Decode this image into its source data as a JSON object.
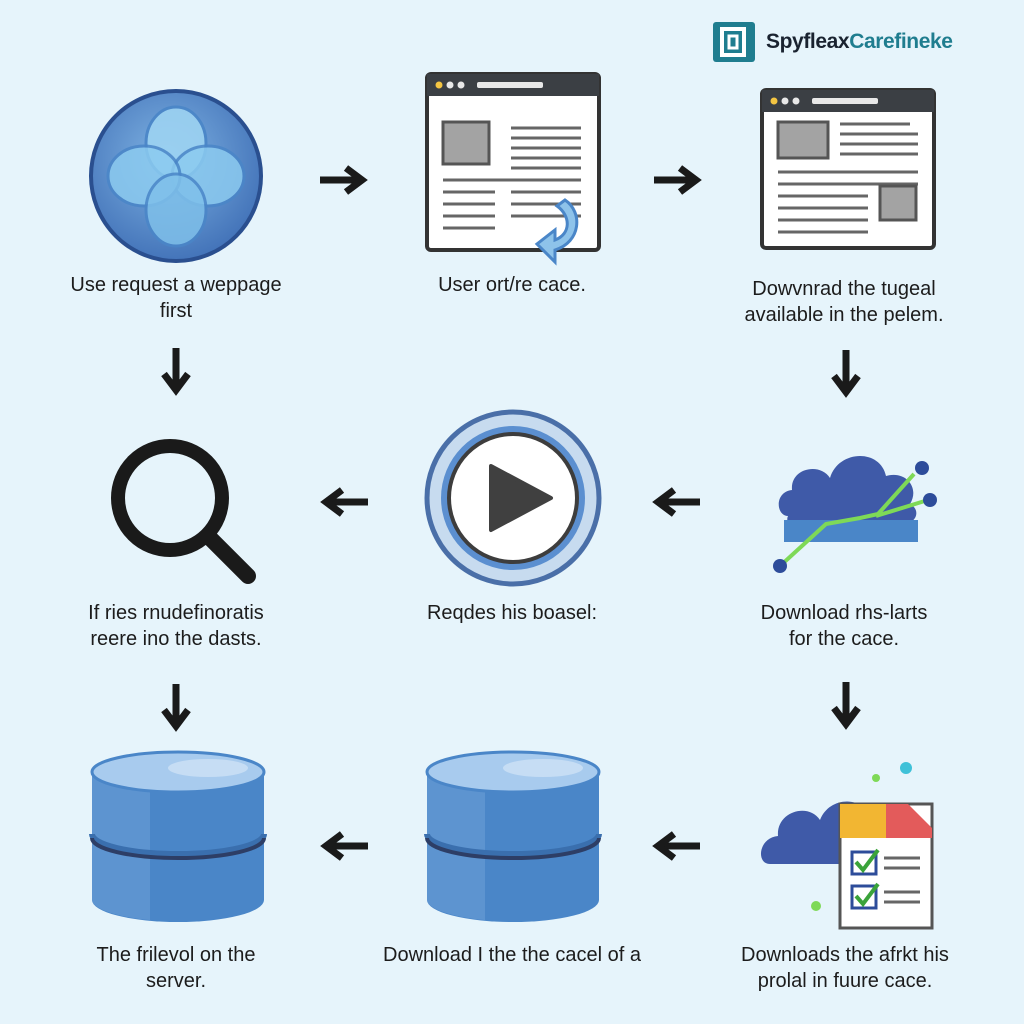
{
  "brand": {
    "name_part1": "Spyfleax",
    "name_part2": "Carefineke",
    "logo_icon": "document-book-icon"
  },
  "steps": [
    {
      "id": 1,
      "icon": "globe-icon",
      "lines": [
        "Use request a weppage",
        "first"
      ]
    },
    {
      "id": 2,
      "icon": "browser-window-icon",
      "lines": [
        "User ort/re cace."
      ]
    },
    {
      "id": 3,
      "icon": "browser-window-icon",
      "lines": [
        "Dowvnrad the tugeal",
        "available in the pelem."
      ]
    },
    {
      "id": 4,
      "icon": "cloud-chart-icon",
      "lines": [
        "Download rhs-larts",
        "for the cace."
      ]
    },
    {
      "id": 5,
      "icon": "play-icon",
      "lines": [
        "Reqdes his boasel:"
      ]
    },
    {
      "id": 6,
      "icon": "search-icon",
      "lines": [
        "If ries rnudefinoratis",
        "reere ino the dasts."
      ]
    },
    {
      "id": 7,
      "icon": "database-icon",
      "lines": [
        "The frilevol on the",
        "server."
      ]
    },
    {
      "id": 8,
      "icon": "database-icon",
      "lines": [
        "Download I the the cacel of a"
      ]
    },
    {
      "id": 9,
      "icon": "cloud-checklist-icon",
      "lines": [
        "Downloads the afrkt his",
        "prolal in fuure cace."
      ]
    }
  ],
  "colors": {
    "background": "#e6f4fb",
    "primary_blue": "#4a86c8",
    "dark_blue": "#3b5aa0",
    "light_blue": "#8fc0e8",
    "green": "#7ed957",
    "arrow": "#1a1a1a"
  }
}
